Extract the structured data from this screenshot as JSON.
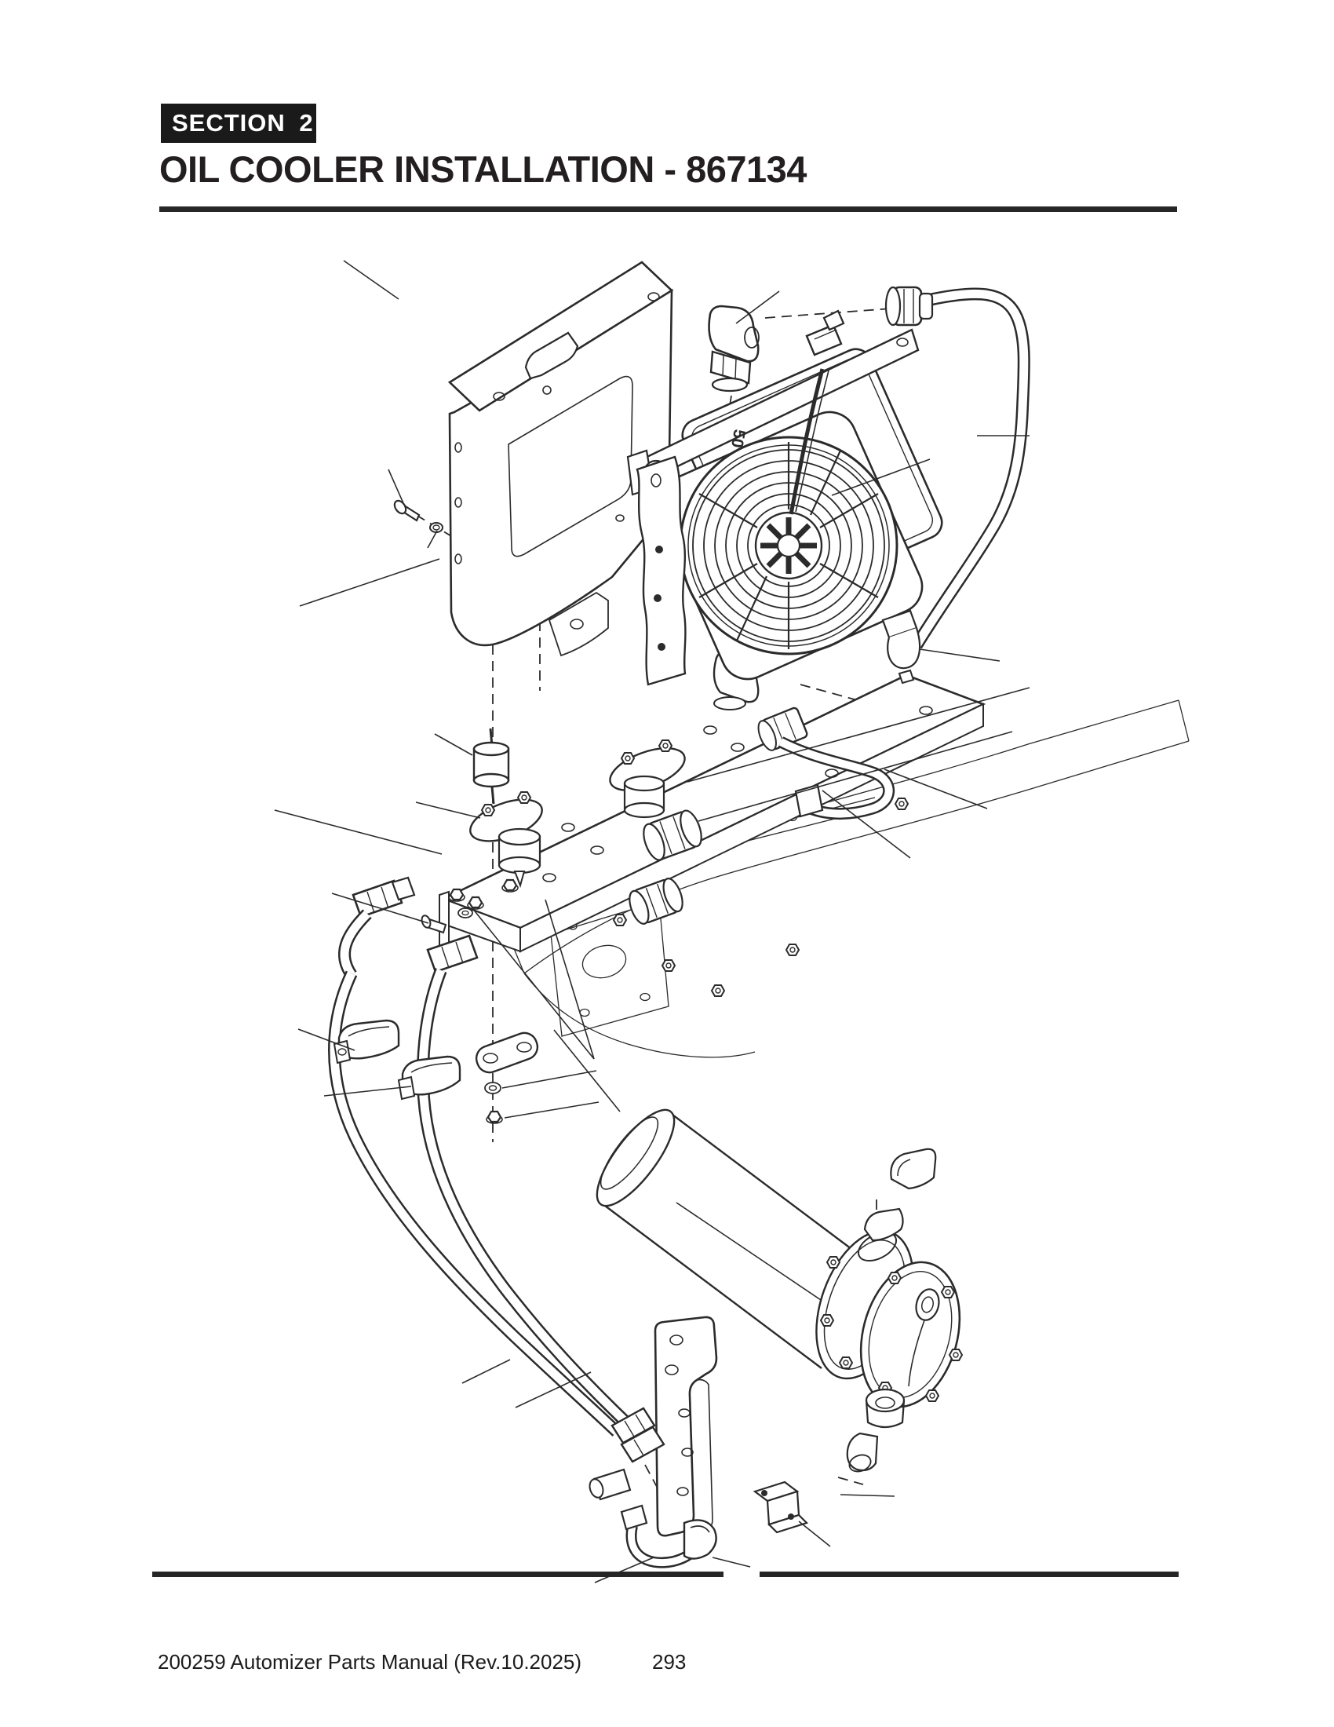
{
  "page": {
    "section_label": "SECTION 2",
    "title": "OIL COOLER INSTALLATION - 867134"
  },
  "figure": {
    "description": "Exploded isometric parts illustration of the oil cooler installation: fan shroud panel, oil cooler with electric fan, elbow fittings, return hose with clamps, mounting plate with rubber isolator mounts and inline couplers, twin hydraulic hoses with clamps, support bracket, and heat exchanger with end cover, plug and elbow fittings",
    "stamp": "50",
    "colors": {
      "line": "#2b2b2b",
      "paper": "#ffffff"
    }
  },
  "footer": {
    "manual_reference": "200259 Automizer Parts Manual (Rev.10.2025)",
    "page_number": "293"
  }
}
